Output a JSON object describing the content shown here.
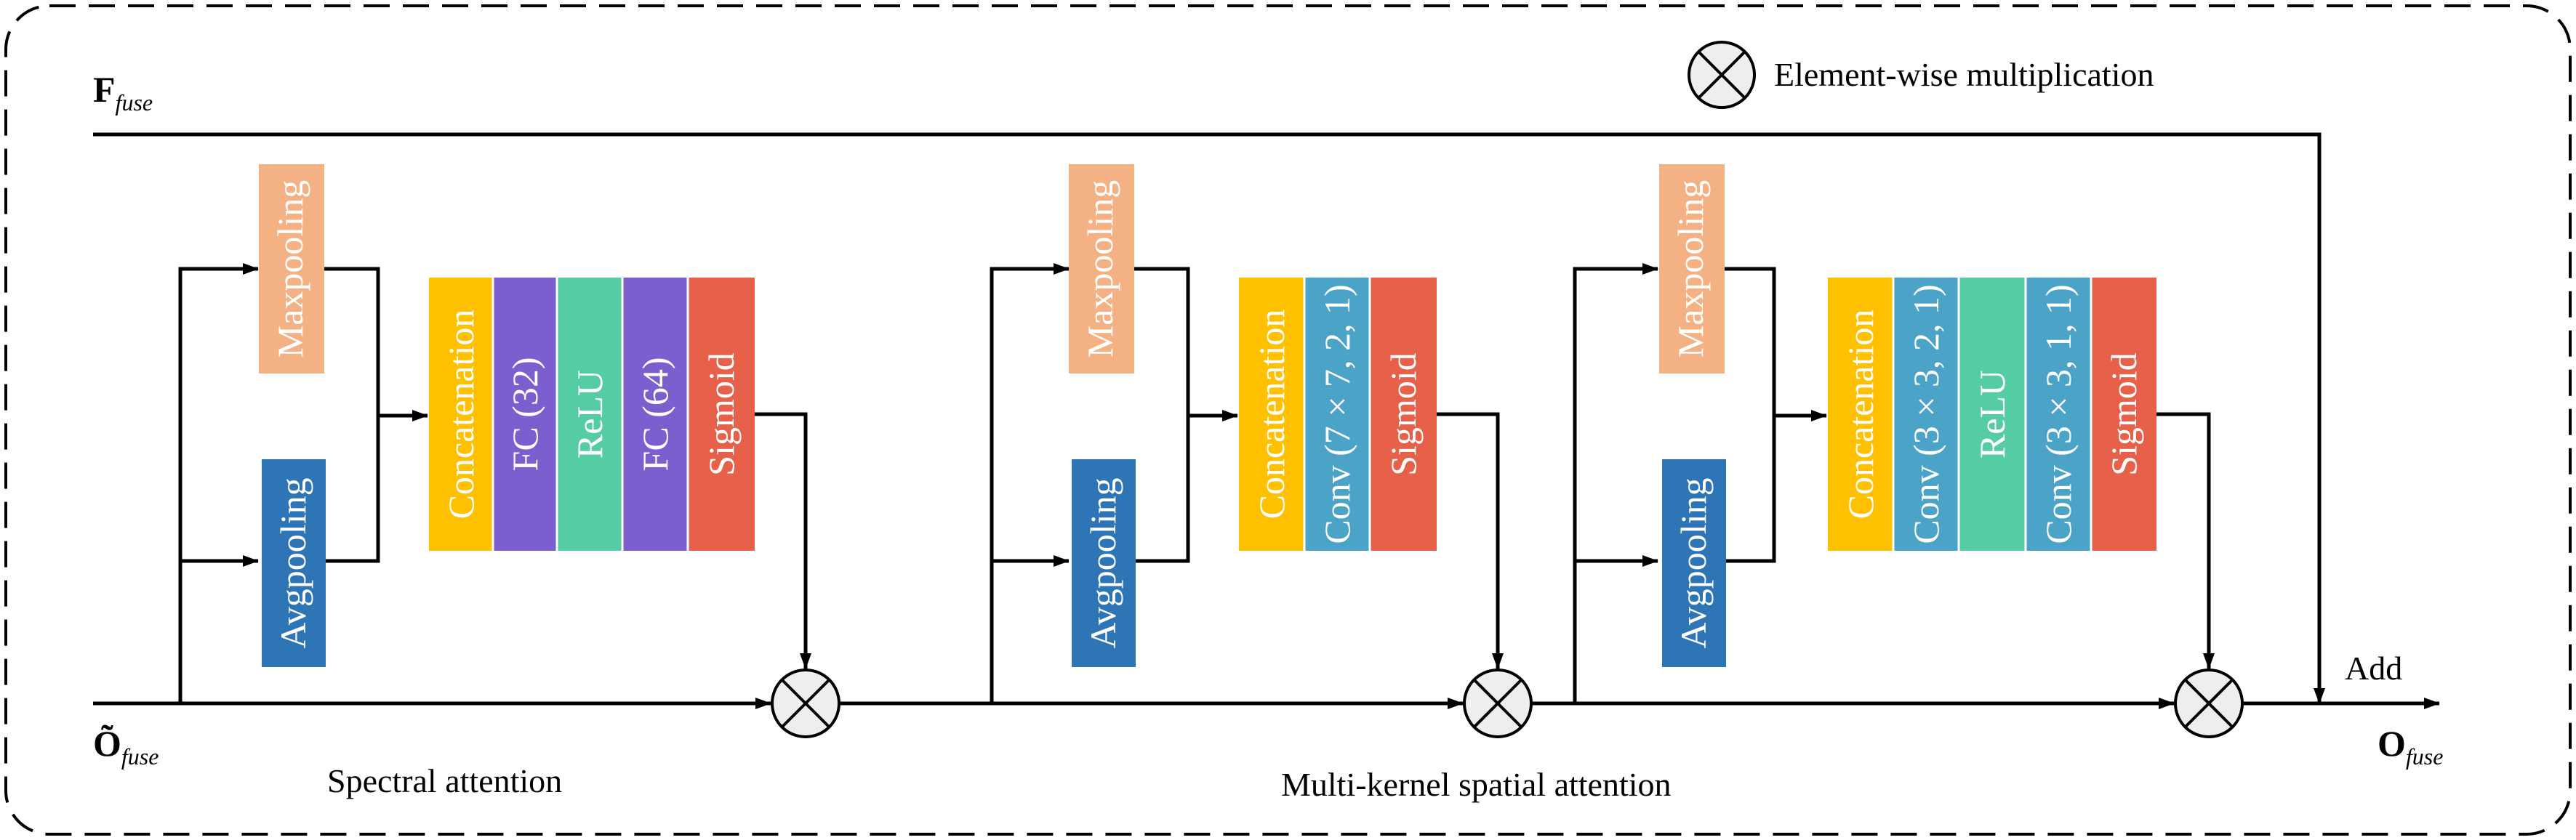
{
  "inputs": {
    "f_fuse": {
      "main": "F",
      "sub": "fuse"
    },
    "o_fuse_tilde": {
      "main": "Õ",
      "sub": "fuse"
    },
    "o_fuse_out": {
      "main": "O",
      "sub": "fuse"
    }
  },
  "legend": {
    "text": "Element-wise multiplication",
    "icon": "otimes-icon"
  },
  "labels": {
    "add": "Add",
    "spectral": "Spectral attention",
    "spatial": "Multi-kernel spatial attention"
  },
  "pooling": {
    "max": "Maxpooling",
    "avg": "Avgpooling"
  },
  "spectral_layers": [
    "Concatenation",
    "FC (32)",
    "ReLU",
    "FC (64)",
    "Sigmoid"
  ],
  "spatial1_layers": [
    "Concatenation",
    "Conv (7 × 7, 2, 1)",
    "Sigmoid"
  ],
  "spatial2_layers": [
    "Concatenation",
    "Conv (3 × 3, 2, 1)",
    "ReLU",
    "Conv (3 × 3, 1, 1)",
    "Sigmoid"
  ],
  "colors": {
    "maxpool": "#F4B183",
    "avgpool": "#2E75B6",
    "concat": "#FFC000",
    "fc": "#7B5FCF",
    "relu": "#55CBA6",
    "conv": "#4BA3C8",
    "sigmoid": "#E7604A",
    "line": "#000000"
  }
}
